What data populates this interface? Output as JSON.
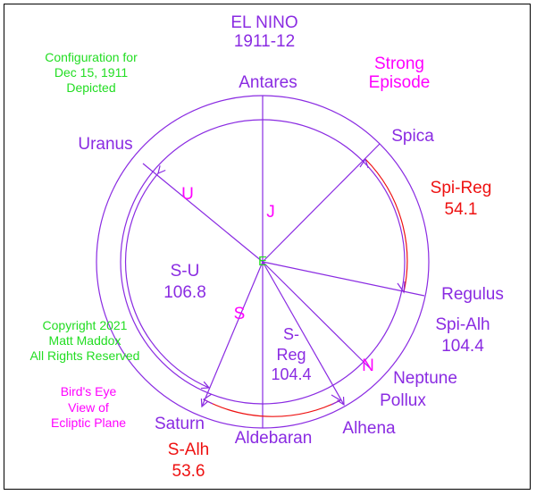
{
  "colors": {
    "purple": "#8a2be2",
    "magenta": "#ff00ff",
    "green": "#22dd22",
    "red": "#ee1111",
    "frame": "#000000"
  },
  "title": {
    "line1": "EL NINO",
    "line2": "1911-12"
  },
  "episode": {
    "line1": "Strong",
    "line2": "Episode"
  },
  "configuration": {
    "line1": "Configuration for",
    "line2": "Dec 15, 1911",
    "line3": "Depicted"
  },
  "copyright": {
    "line1": "Copyright 2021",
    "line2": "Matt Maddox",
    "line3": "All Rights Reserved"
  },
  "view": {
    "line1": "Bird's Eye",
    "line2": "View of",
    "line3": "Ecliptic Plane"
  },
  "stars": {
    "antares": "Antares",
    "spica": "Spica",
    "uranus": "Uranus",
    "regulus": "Regulus",
    "neptune": "Neptune",
    "pollux": "Pollux",
    "alhena": "Alhena",
    "aldebaran": "Aldebaran",
    "saturn": "Saturn"
  },
  "planet_markers": {
    "j": "J",
    "u": "U",
    "s": "S",
    "n": "N",
    "e": "E"
  },
  "angles": {
    "spi_reg": {
      "label": "Spi-Reg",
      "value": "54.1"
    },
    "s_u": {
      "label": "S-U",
      "value": "106.8"
    },
    "spi_alh": {
      "label": "Spi-Alh",
      "value": "104.4"
    },
    "s_reg": {
      "line1": "S-",
      "line2": "Reg",
      "value": "104.4"
    },
    "s_alh": {
      "label": "S-Alh",
      "value": "53.6"
    }
  }
}
